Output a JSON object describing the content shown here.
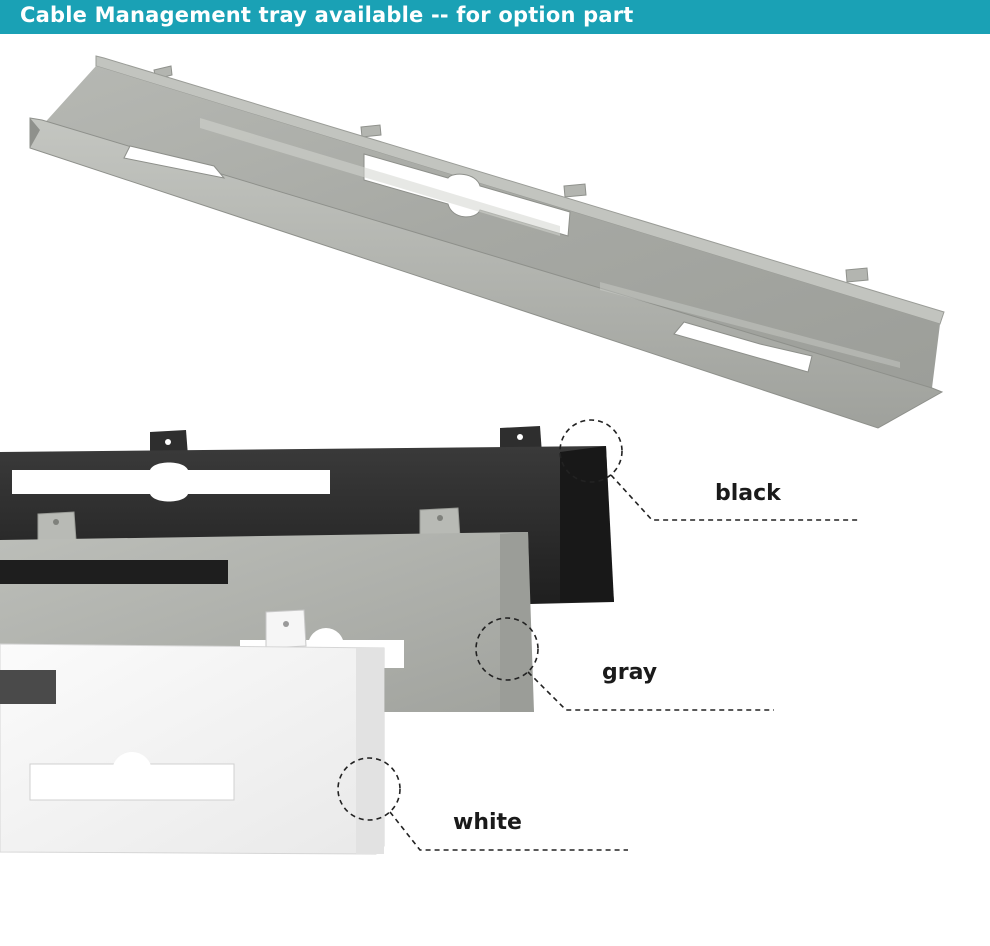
{
  "header": {
    "title": "Cable Management tray available -- for option part",
    "color": "#1aa1b5"
  },
  "variants": [
    {
      "label": "black",
      "color": "#2b2b2b"
    },
    {
      "label": "gray",
      "color": "#a9aba6"
    },
    {
      "label": "white",
      "color": "#f4f4f4"
    }
  ]
}
